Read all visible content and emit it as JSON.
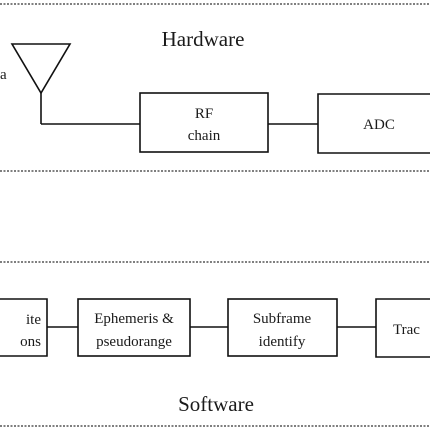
{
  "hardware": {
    "title": "Hardware",
    "antenna_label_fragment": "a",
    "rf_chain": [
      "RF",
      "chain"
    ],
    "adc": "ADC"
  },
  "software": {
    "title": "Software",
    "blocks": [
      {
        "lines": [
          "ite",
          "ons"
        ]
      },
      {
        "lines": [
          "Ephemeris &",
          "pseudorange"
        ]
      },
      {
        "lines": [
          "Subframe",
          "identify"
        ]
      },
      {
        "lines": [
          "Trac"
        ]
      }
    ]
  }
}
